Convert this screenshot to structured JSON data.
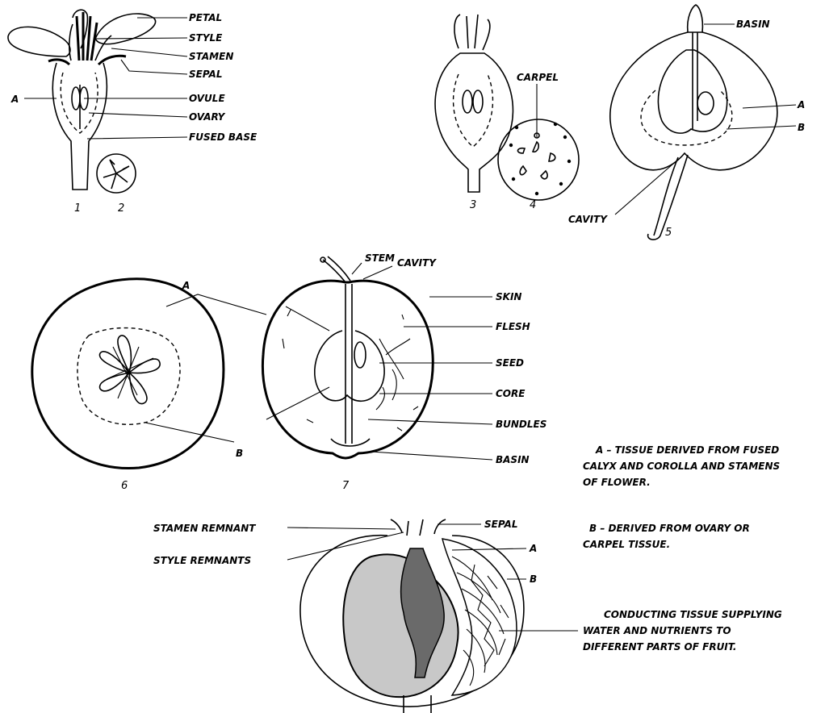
{
  "fig1": {
    "labels": {
      "petal": "PETAL",
      "style": "STYLE",
      "stamen": "STAMEN",
      "sepal": "SEPAL",
      "ovule": "OVULE",
      "ovary": "OVARY",
      "fused_base": "FUSED BASE",
      "a": "A"
    },
    "num1": "1",
    "num2": "2"
  },
  "fig3": {
    "num3": "3"
  },
  "fig4": {
    "carpel": "CARPEL",
    "num4": "4"
  },
  "fig5": {
    "basin": "BASIN",
    "a": "A",
    "b": "B",
    "cavity": "CAVITY",
    "num5": "5"
  },
  "fig6": {
    "a": "A",
    "b": "B",
    "num6": "6"
  },
  "fig7": {
    "stem": "STEM",
    "cavity": "CAVITY",
    "skin": "SKIN",
    "flesh": "FLESH",
    "seed": "SEED",
    "core": "CORE",
    "bundles": "BUNDLES",
    "basin": "BASIN",
    "num7": "7"
  },
  "fig8": {
    "stamen_remnant": "STAMEN REMNANT",
    "style_remnants": "STYLE REMNANTS",
    "sepal": "SEPAL",
    "a": "A",
    "b": "B"
  },
  "notes": {
    "a_line1": "A – TISSUE DERIVED FROM FUSED",
    "a_line2": "CALYX AND COROLLA AND STAMENS",
    "a_line3": "OF FLOWER.",
    "b_line1": "B – DERIVED FROM OVARY OR",
    "b_line2": "CARPEL TISSUE.",
    "c_line1": "CONDUCTING TISSUE SUPPLYING",
    "c_line2": "WATER AND NUTRIENTS TO",
    "c_line3": "DIFFERENT PARTS OF FRUIT."
  }
}
